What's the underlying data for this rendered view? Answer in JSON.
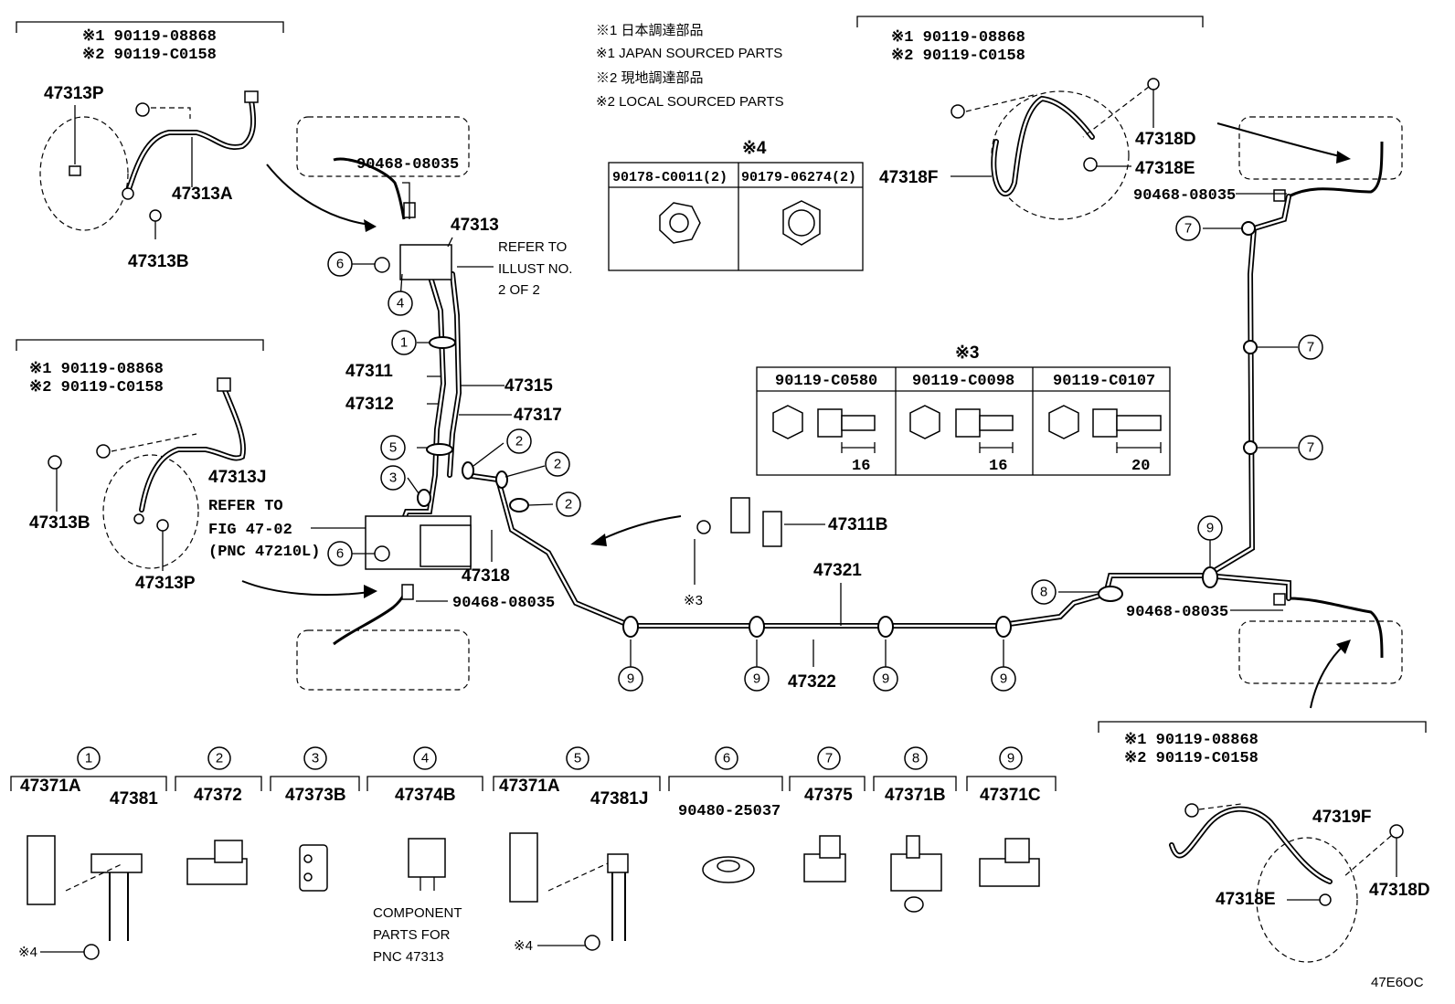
{
  "notes": {
    "n1": "※1 日本調達部品",
    "n2": "※1 JAPAN SOURCED PARTS",
    "n3": "※2 現地調達部品",
    "n4": "※2 LOCAL SOURCED PARTS"
  },
  "ref_boxes": {
    "tl": {
      "r1": "※1 90119-08868",
      "r2": "※2 90119-C0158",
      "p1": "47313P",
      "p2": "47313A",
      "p3": "47313B"
    },
    "ml": {
      "r1": "※1 90119-08868",
      "r2": "※2 90119-C0158",
      "p1": "47313J",
      "p2": "47313B",
      "p3": "47313P"
    },
    "tr": {
      "r1": "※1 90119-08868",
      "r2": "※2 90119-C0158",
      "p1": "47318D",
      "p2": "47318F",
      "p3": "47318E"
    },
    "br": {
      "r1": "※1 90119-08868",
      "r2": "※2 90119-C0158",
      "p1": "47319F",
      "p2": "47318E",
      "p3": "47318D"
    }
  },
  "table4": {
    "mark": "※4",
    "c1": "90178-C0011(2)",
    "c2": "90179-06274(2)"
  },
  "table3": {
    "mark": "※3",
    "c1": "90119-C0580",
    "c2": "90119-C0098",
    "c3": "90119-C0107",
    "d1": "16",
    "d2": "16",
    "d3": "20"
  },
  "labels": {
    "hose_top": "90468-08035",
    "hose_bottom": "90468-08035",
    "hose_right_top": "90468-08035",
    "hose_right_bottom": "90468-08035",
    "p47313": "47313",
    "refer1": "REFER TO",
    "refer2": "ILLUST NO.",
    "refer3": "2 OF 2",
    "p47311": "47311",
    "p47312": "47312",
    "p47315": "47315",
    "p47317": "47317",
    "p47318": "47318",
    "fig1": "REFER TO",
    "fig2": "FIG 47-02",
    "fig3": "(PNC 47210L)",
    "p47311B": "47311B",
    "mark3": "※3",
    "p47321": "47321",
    "p47322": "47322"
  },
  "callouts": [
    "1",
    "2",
    "3",
    "4",
    "5",
    "6",
    "7",
    "8",
    "9"
  ],
  "legend": [
    {
      "num": "1",
      "parts": [
        "47371A",
        "47381"
      ],
      "note": "※4"
    },
    {
      "num": "2",
      "parts": [
        "47372"
      ]
    },
    {
      "num": "3",
      "parts": [
        "47373B"
      ]
    },
    {
      "num": "4",
      "parts": [
        "47374B"
      ],
      "comp1": "COMPONENT",
      "comp2": "PARTS FOR",
      "comp3": "PNC 47313"
    },
    {
      "num": "5",
      "parts": [
        "47371A",
        "47381J"
      ],
      "note": "※4"
    },
    {
      "num": "6",
      "parts": [
        "90480-25037"
      ]
    },
    {
      "num": "7",
      "parts": [
        "47375"
      ]
    },
    {
      "num": "8",
      "parts": [
        "47371B"
      ]
    },
    {
      "num": "9",
      "parts": [
        "47371C"
      ]
    }
  ],
  "code": "47E6OC"
}
